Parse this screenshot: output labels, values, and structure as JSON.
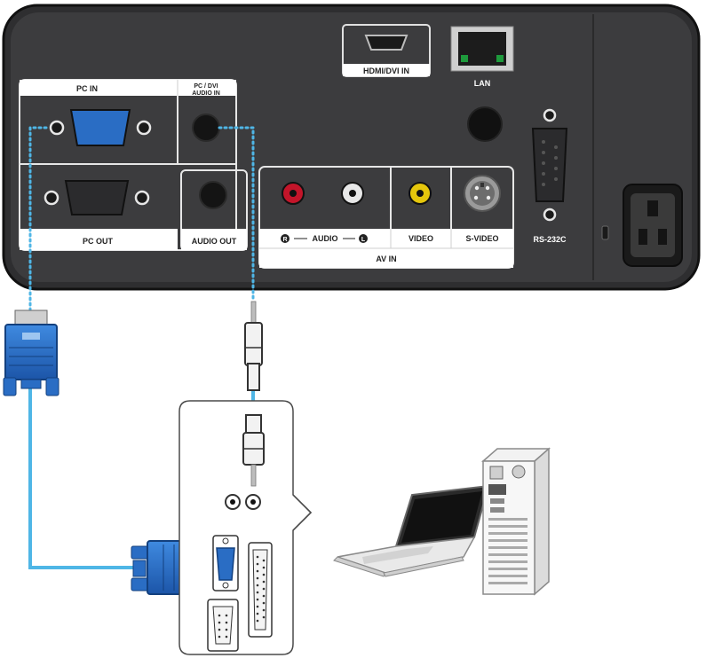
{
  "panel": {
    "hdmi_label": "HDMI/DVI IN",
    "lan_label": "LAN",
    "pc_in_label": "PC IN",
    "pc_dvi_audio_label_line1": "PC / DVI",
    "pc_dvi_audio_label_line2": "AUDIO IN",
    "pc_out_label": "PC OUT",
    "audio_out_label": "AUDIO OUT",
    "audio_label": "AUDIO",
    "audio_right_marker": "R",
    "audio_left_marker": "L",
    "video_label": "VIDEO",
    "svideo_label": "S-VIDEO",
    "av_in_label": "AV IN",
    "rs232c_label": "RS-232C"
  },
  "colors": {
    "panel": "#3c3c3e",
    "panel_edge": "#1a1a1a",
    "label_box": "#ffffff",
    "vga_blue": "#2a6dc4",
    "cable": "#4fb6e6",
    "rca_red": "#c4152a",
    "rca_yellow": "#e5c60c",
    "rca_white": "#e8e8e8"
  }
}
